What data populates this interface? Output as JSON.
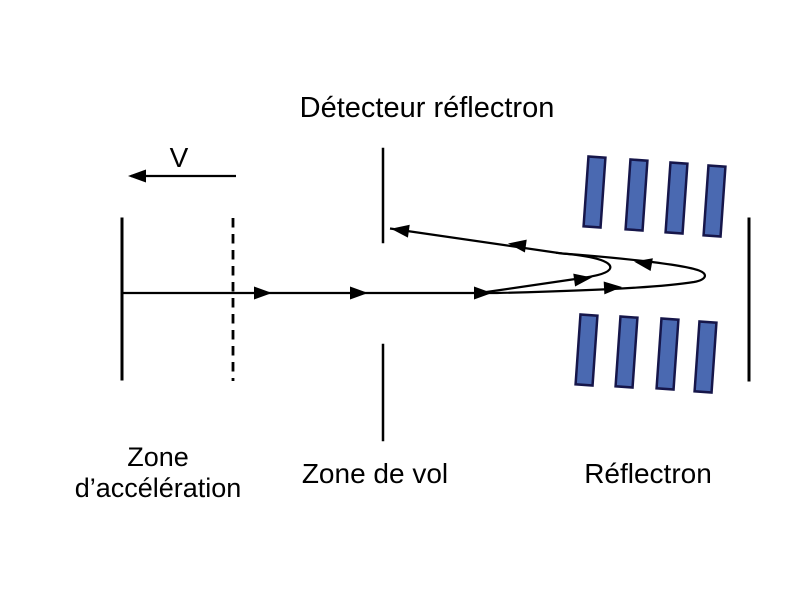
{
  "diagram": {
    "title": "Détecteur réflectron",
    "velocity_label": "V",
    "zone_acceleration": "Zone d’accélération",
    "zone_flight": "Zone de vol",
    "zone_reflectron": "Réflectron"
  },
  "colors": {
    "background": "#ffffff",
    "line": "#000000",
    "electrode-fill": "#4a69b1",
    "electrode-stroke": "#16164a"
  }
}
